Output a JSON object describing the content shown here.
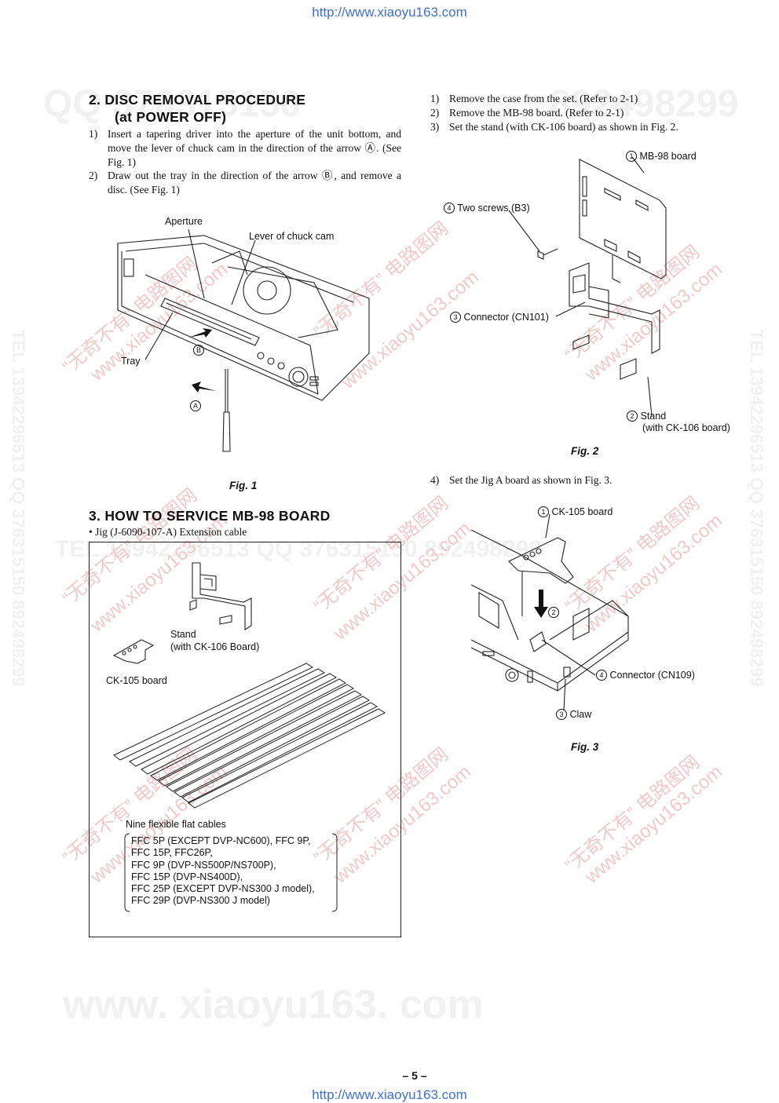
{
  "header": {
    "url": "http://www.xiaoyu163.com"
  },
  "footer": {
    "url": "http://www.xiaoyu163.com",
    "page_number": "– 5 –"
  },
  "watermark": {
    "big": "www. xiaoyu163. com",
    "qq_left": "QQ 376315150",
    "qq_right": "892498299",
    "side_left": "TEL 13942296513 QQ 376315150 892498299",
    "side_right": "TEL 13942296513 QQ 376315150 892498299",
    "middle_band": "TEL 13942296513   QQ 376315150   892498299",
    "diag_cn": "“无奇不有” 电路图网",
    "diag_url": "www.xiaoyu163.com"
  },
  "section2": {
    "heading_line1": "2.  DISC  REMOVAL  PROCEDURE",
    "heading_line2": "(at  POWER  OFF)",
    "steps": [
      {
        "num": "1)",
        "text": "Insert a tapering driver into the aperture of the unit bottom, and move the lever of chuck cam in the direction of the arrow Ⓐ. (See Fig. 1)"
      },
      {
        "num": "2)",
        "text": "Draw out the tray in the direction of the arrow Ⓑ, and remove a disc. (See Fig. 1)"
      }
    ],
    "fig_labels": {
      "aperture": "Aperture",
      "lever": "Lever of chuck cam",
      "tray": "Tray",
      "arrow_a": "A",
      "arrow_b": "B"
    },
    "caption": "Fig. 1"
  },
  "section3": {
    "heading": "3.   HOW  TO  SERVICE  MB-98  BOARD",
    "jig_line": "•  Jig (J-6090-107-A) Extension cable",
    "box_labels": {
      "stand": "Stand",
      "stand_sub": "(with CK-106 Board)",
      "ck105": "CK-105 board",
      "cables": "Nine flexible flat cables"
    },
    "ffc_list": [
      "FFC 5P (EXCEPT DVP-NC600), FFC 9P,",
      "FFC 15P, FFC26P,",
      "FFC 9P (DVP-NS500P/NS700P),",
      "FFC 15P (DVP-NS400D),",
      "FFC 25P (EXCEPT DVP-NS300 J model),",
      "FFC 29P (DVP-NS300 J model)"
    ]
  },
  "right_column": {
    "steps": [
      {
        "num": "1)",
        "text": "Remove the case from the set. (Refer to 2-1)"
      },
      {
        "num": "2)",
        "text": "Remove the MB-98 board. (Refer to 2-1)"
      },
      {
        "num": "3)",
        "text": "Set the stand (with CK-106 board) as shown in Fig. 2."
      }
    ],
    "fig2": {
      "c1": "1",
      "l1": "MB-98 board",
      "c4": "4",
      "l4": "Two screws (B3)",
      "c3": "3",
      "l3": "Connector (CN101)",
      "c2": "2",
      "l2": "Stand",
      "l2b": "(with CK-106 board)",
      "caption": "Fig. 2"
    },
    "step4": {
      "num": "4)",
      "text": "Set the Jig A board as shown in Fig. 3."
    },
    "fig3": {
      "c1": "1",
      "l1": "CK-105 board",
      "c2": "2",
      "c4": "4",
      "l4": "Connector (CN109)",
      "c3": "3",
      "l3": "Claw",
      "caption": "Fig. 3"
    }
  }
}
